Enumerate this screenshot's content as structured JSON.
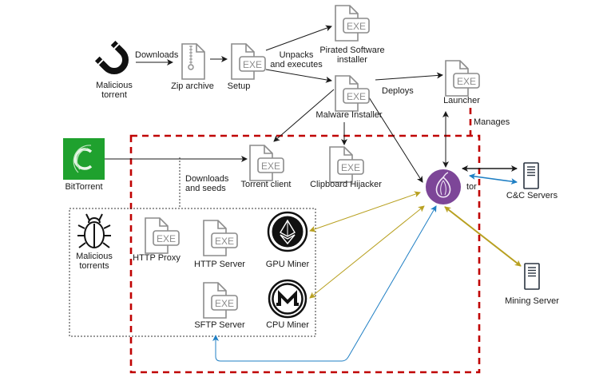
{
  "colors": {
    "boundary": "#c00000",
    "tor": "#7d4698",
    "bittorrent": "#1fa12e",
    "gold": "#b8a020",
    "blue": "#1f7fc4",
    "exe_gray": "#8c8c8c",
    "arrow": "#1a1a1a"
  },
  "exe_glyph": "EXE",
  "nodes": {
    "malicious_torrent": {
      "label_line1": "Malicious",
      "label_line2": "torrent",
      "icon": "magnet-icon"
    },
    "zip_archive": {
      "label": "Zip archive",
      "icon": "zip-file-icon"
    },
    "setup": {
      "label": "Setup",
      "icon": "exe-file-icon"
    },
    "pirated_software": {
      "label_line1": "Pirated Software",
      "label_line2": "installer",
      "icon": "exe-file-icon"
    },
    "malware_installer": {
      "label": "Malware Installer",
      "icon": "exe-file-icon"
    },
    "launcher": {
      "label": "Launcher",
      "icon": "exe-file-icon"
    },
    "bittorrent": {
      "label": "BitTorrent",
      "icon": "bittorrent-logo-icon"
    },
    "torrent_client": {
      "label": "Torrent client",
      "icon": "exe-file-icon"
    },
    "clipboard_hijacker": {
      "label": "Clipboard Hijacker",
      "icon": "exe-file-icon"
    },
    "tor": {
      "label": "tor",
      "icon": "tor-onion-icon"
    },
    "cnc_servers": {
      "label": "C&C Servers",
      "icon": "server-icon"
    },
    "malicious_torrents": {
      "label_line1": "Malicious",
      "label_line2": "torrents",
      "icon": "bug-icon"
    },
    "http_proxy": {
      "label": "HTTP Proxy",
      "icon": "exe-file-icon"
    },
    "http_server": {
      "label": "HTTP Server",
      "icon": "exe-file-icon"
    },
    "gpu_miner": {
      "label": "GPU Miner",
      "icon": "ethereum-icon"
    },
    "sftp_server": {
      "label": "SFTP Server",
      "icon": "exe-file-icon"
    },
    "cpu_miner": {
      "label": "CPU Miner",
      "icon": "monero-icon"
    },
    "mining_server": {
      "label": "Mining Server",
      "icon": "server-icon"
    }
  },
  "edge_labels": {
    "downloads": "Downloads",
    "unpacks_line1": "Unpacks",
    "unpacks_line2": "and executes",
    "deploys": "Deploys",
    "manages": "Manages",
    "downloads_seeds_line1": "Downloads",
    "downloads_seeds_line2": "and seeds"
  }
}
